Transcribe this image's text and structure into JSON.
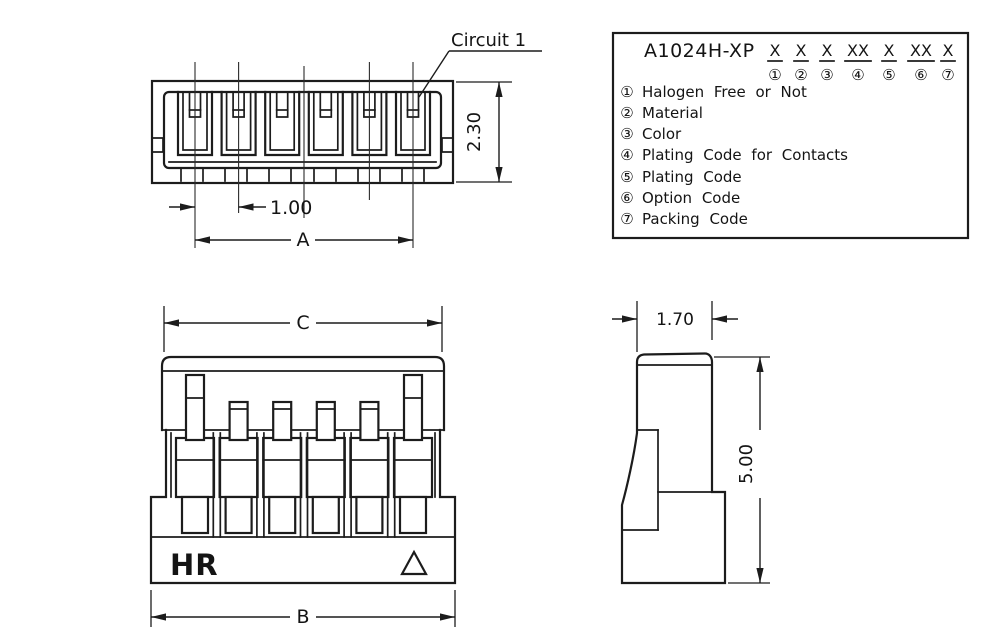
{
  "drawing": {
    "part_number": "A1024H-XP",
    "circuit_label": "Circuit 1",
    "logo": "HR",
    "dimensions": {
      "pitch": "1.00",
      "row_span": "A",
      "housing_height": "2.30",
      "top_width": "C",
      "bottom_width": "B",
      "side_width": "1.70",
      "side_height": "5.00"
    },
    "code_fields": [
      {
        "code": "X",
        "num": "①"
      },
      {
        "code": "X",
        "num": "②"
      },
      {
        "code": "X",
        "num": "③"
      },
      {
        "code": "XX",
        "num": "④"
      },
      {
        "code": "X",
        "num": "⑤"
      },
      {
        "code": "XX",
        "num": "⑥"
      },
      {
        "code": "X",
        "num": "⑦"
      }
    ],
    "legend_items": [
      {
        "num": "①",
        "label": "Halogen Free or Not"
      },
      {
        "num": "②",
        "label": "Material"
      },
      {
        "num": "③",
        "label": "Color"
      },
      {
        "num": "④",
        "label": "Plating Code for Contacts"
      },
      {
        "num": "⑤",
        "label": "Plating Code"
      },
      {
        "num": "⑥",
        "label": "Option Code"
      },
      {
        "num": "⑦",
        "label": "Packing Code"
      }
    ]
  }
}
